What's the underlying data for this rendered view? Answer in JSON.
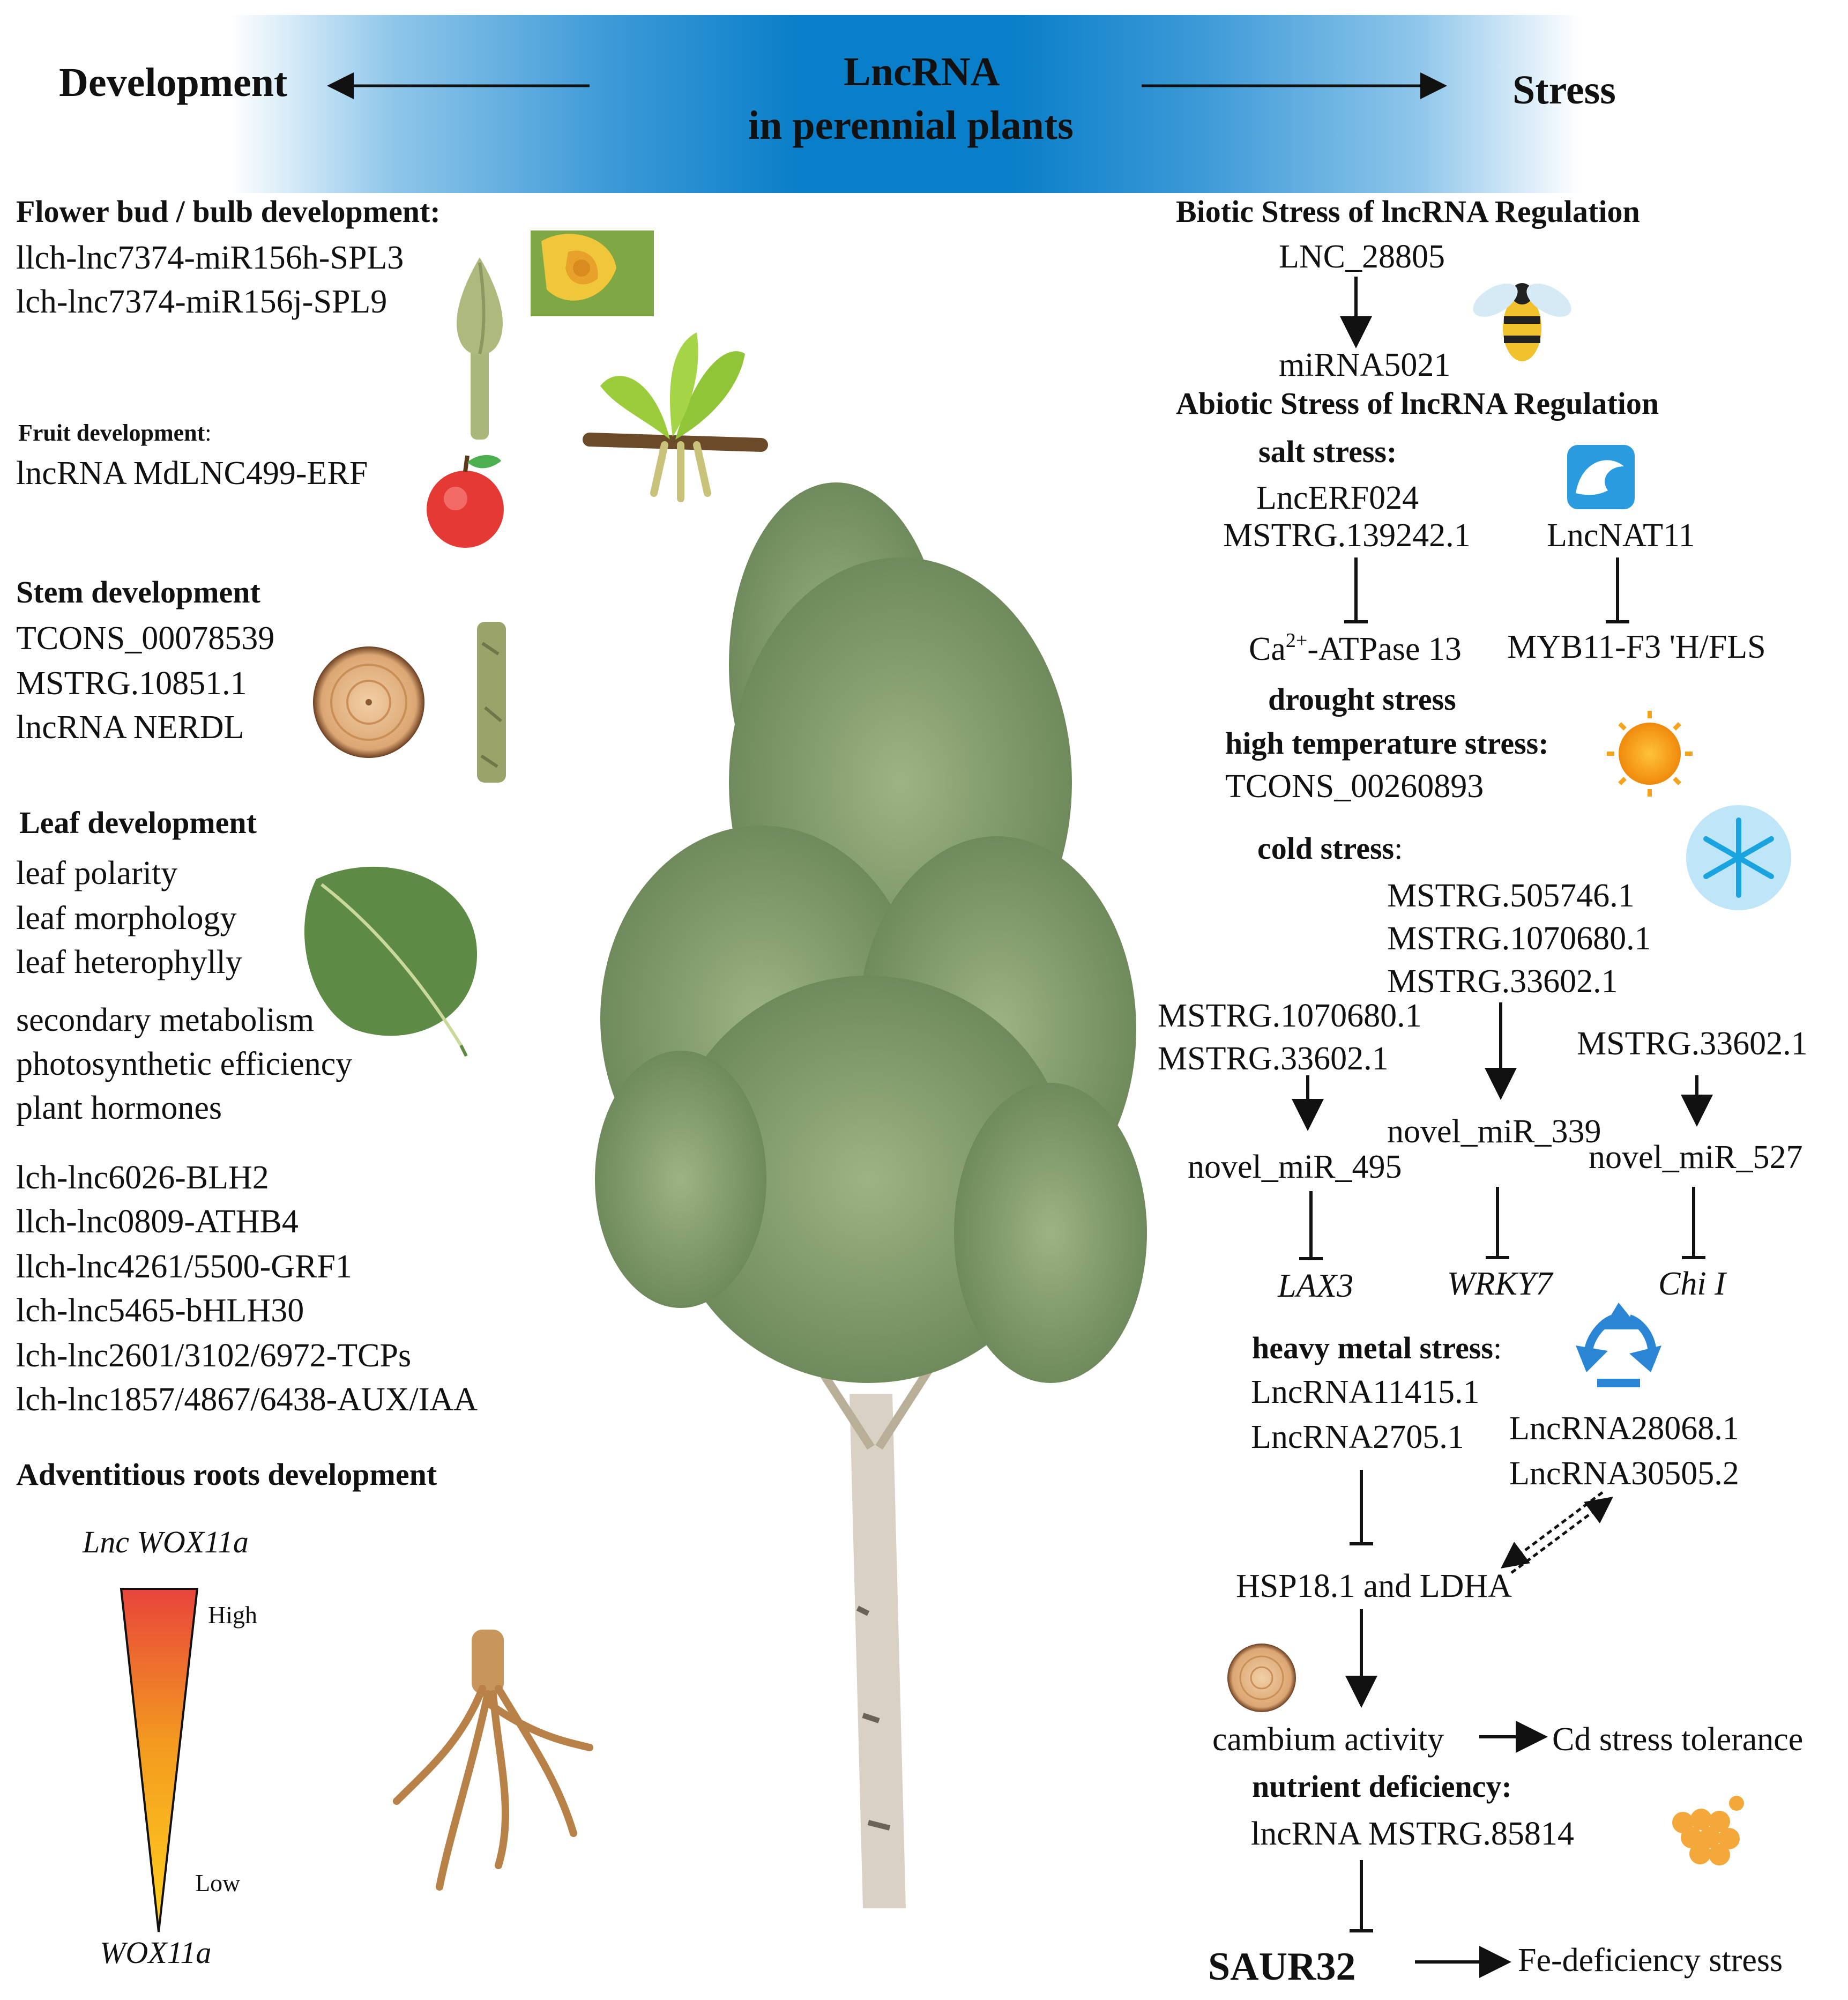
{
  "header": {
    "left_label": "Development",
    "center_line1": "LncRNA",
    "center_line2": "in perennial plants",
    "right_label": "Stress"
  },
  "development": {
    "flower": {
      "title": "Flower bud / bulb development:",
      "items": [
        "llch-lnc7374-miR156h-SPL3",
        "lch-lnc7374-miR156j-SPL9"
      ]
    },
    "fruit": {
      "title": "Fruit development",
      "title_suffix": ":",
      "items": [
        "lncRNA MdLNC499-ERF"
      ]
    },
    "stem": {
      "title": "Stem development",
      "items": [
        "TCONS_00078539",
        "MSTRG.10851.1",
        "lncRNA NERDL"
      ]
    },
    "leaf": {
      "title": "Leaf  development",
      "traits": [
        "leaf polarity",
        "leaf morphology",
        "leaf heterophylly",
        "secondary metabolism",
        "photosynthetic efficiency",
        "plant hormones"
      ],
      "items": [
        "lch-lnc6026-BLH2",
        "llch-lnc0809-ATHB4",
        "llch-lnc4261/5500-GRF1",
        "lch-lnc5465-bHLH30",
        "lch-lnc2601/3102/6972-TCPs",
        "lch-lnc1857/4867/6438-AUX/IAA"
      ]
    },
    "roots": {
      "title": "Adventitious roots development",
      "top_label": "Lnc WOX11a",
      "high": "High",
      "low": "Low",
      "bottom_label": "WOX11a"
    }
  },
  "stress": {
    "biotic": {
      "title": "Biotic Stress of lncRNA Regulation",
      "source": "LNC_28805",
      "target": "miRNA5021"
    },
    "abiotic_title": "Abiotic Stress of lncRNA Regulation",
    "salt": {
      "title": "salt stress:",
      "left_1": "LncERF024",
      "left_2": "MSTRG.139242.1",
      "right": "LncNAT11",
      "left_target_pre": "Ca",
      "left_target_sup": "2+",
      "left_target_post": "-ATPase 13",
      "right_target": "MYB11-F3 'H/FLS"
    },
    "drought": {
      "title_1": "drought stress",
      "title_2": "high temperature stress:",
      "item": "TCONS_00260893"
    },
    "cold": {
      "title": "cold stress",
      "title_suffix": ":",
      "center_items": [
        "MSTRG.505746.1",
        "MSTRG.1070680.1",
        "MSTRG.33602.1"
      ],
      "left_items": [
        "MSTRG.1070680.1",
        "MSTRG.33602.1"
      ],
      "right_item": "MSTRG.33602.1",
      "mir_left": "novel_miR_495",
      "mir_center": "novel_miR_339",
      "mir_right": "novel_miR_527",
      "gene_left": "LAX3",
      "gene_center": "WRKY7",
      "gene_right": "Chi I"
    },
    "heavy_metal": {
      "title": "heavy metal stress",
      "title_suffix": ":",
      "left_1": "LncRNA11415.1",
      "left_2": "LncRNA2705.1",
      "right_1": "LncRNA28068.1",
      "right_2": "LncRNA30505.2",
      "target": "HSP18.1 and LDHA",
      "process": "cambium activity",
      "outcome": "Cd stress tolerance"
    },
    "nutrient": {
      "title": "nutrient deficiency:",
      "item": "lncRNA MSTRG.85814",
      "gene": "SAUR32",
      "outcome": "Fe-deficiency stress"
    }
  },
  "icons": [
    "flower-bud-icon",
    "tulip-flower-icon",
    "ginkgo-branch-icon",
    "apple-icon",
    "wood-slice-icon",
    "stem-cutting-icon",
    "leaf-icon",
    "tree-icon",
    "root-icon",
    "bee-icon",
    "water-wave-icon",
    "sun-icon",
    "snowflake-icon",
    "recycle-icon",
    "wood-ring-icon",
    "nutrient-granules-icon"
  ],
  "colors": {
    "banner": "#0a7fc9",
    "gradient_high": "#e8453c",
    "gradient_low": "#ffd21f",
    "tree_foliage": "#8aa070",
    "apple": "#e53935",
    "wood": "#d9a06a",
    "sun": "#f7a31b",
    "snow_bg": "#bfe6f8",
    "snowflake": "#19a4e0",
    "water": "#2b9be0",
    "recycle": "#2a86d4"
  }
}
